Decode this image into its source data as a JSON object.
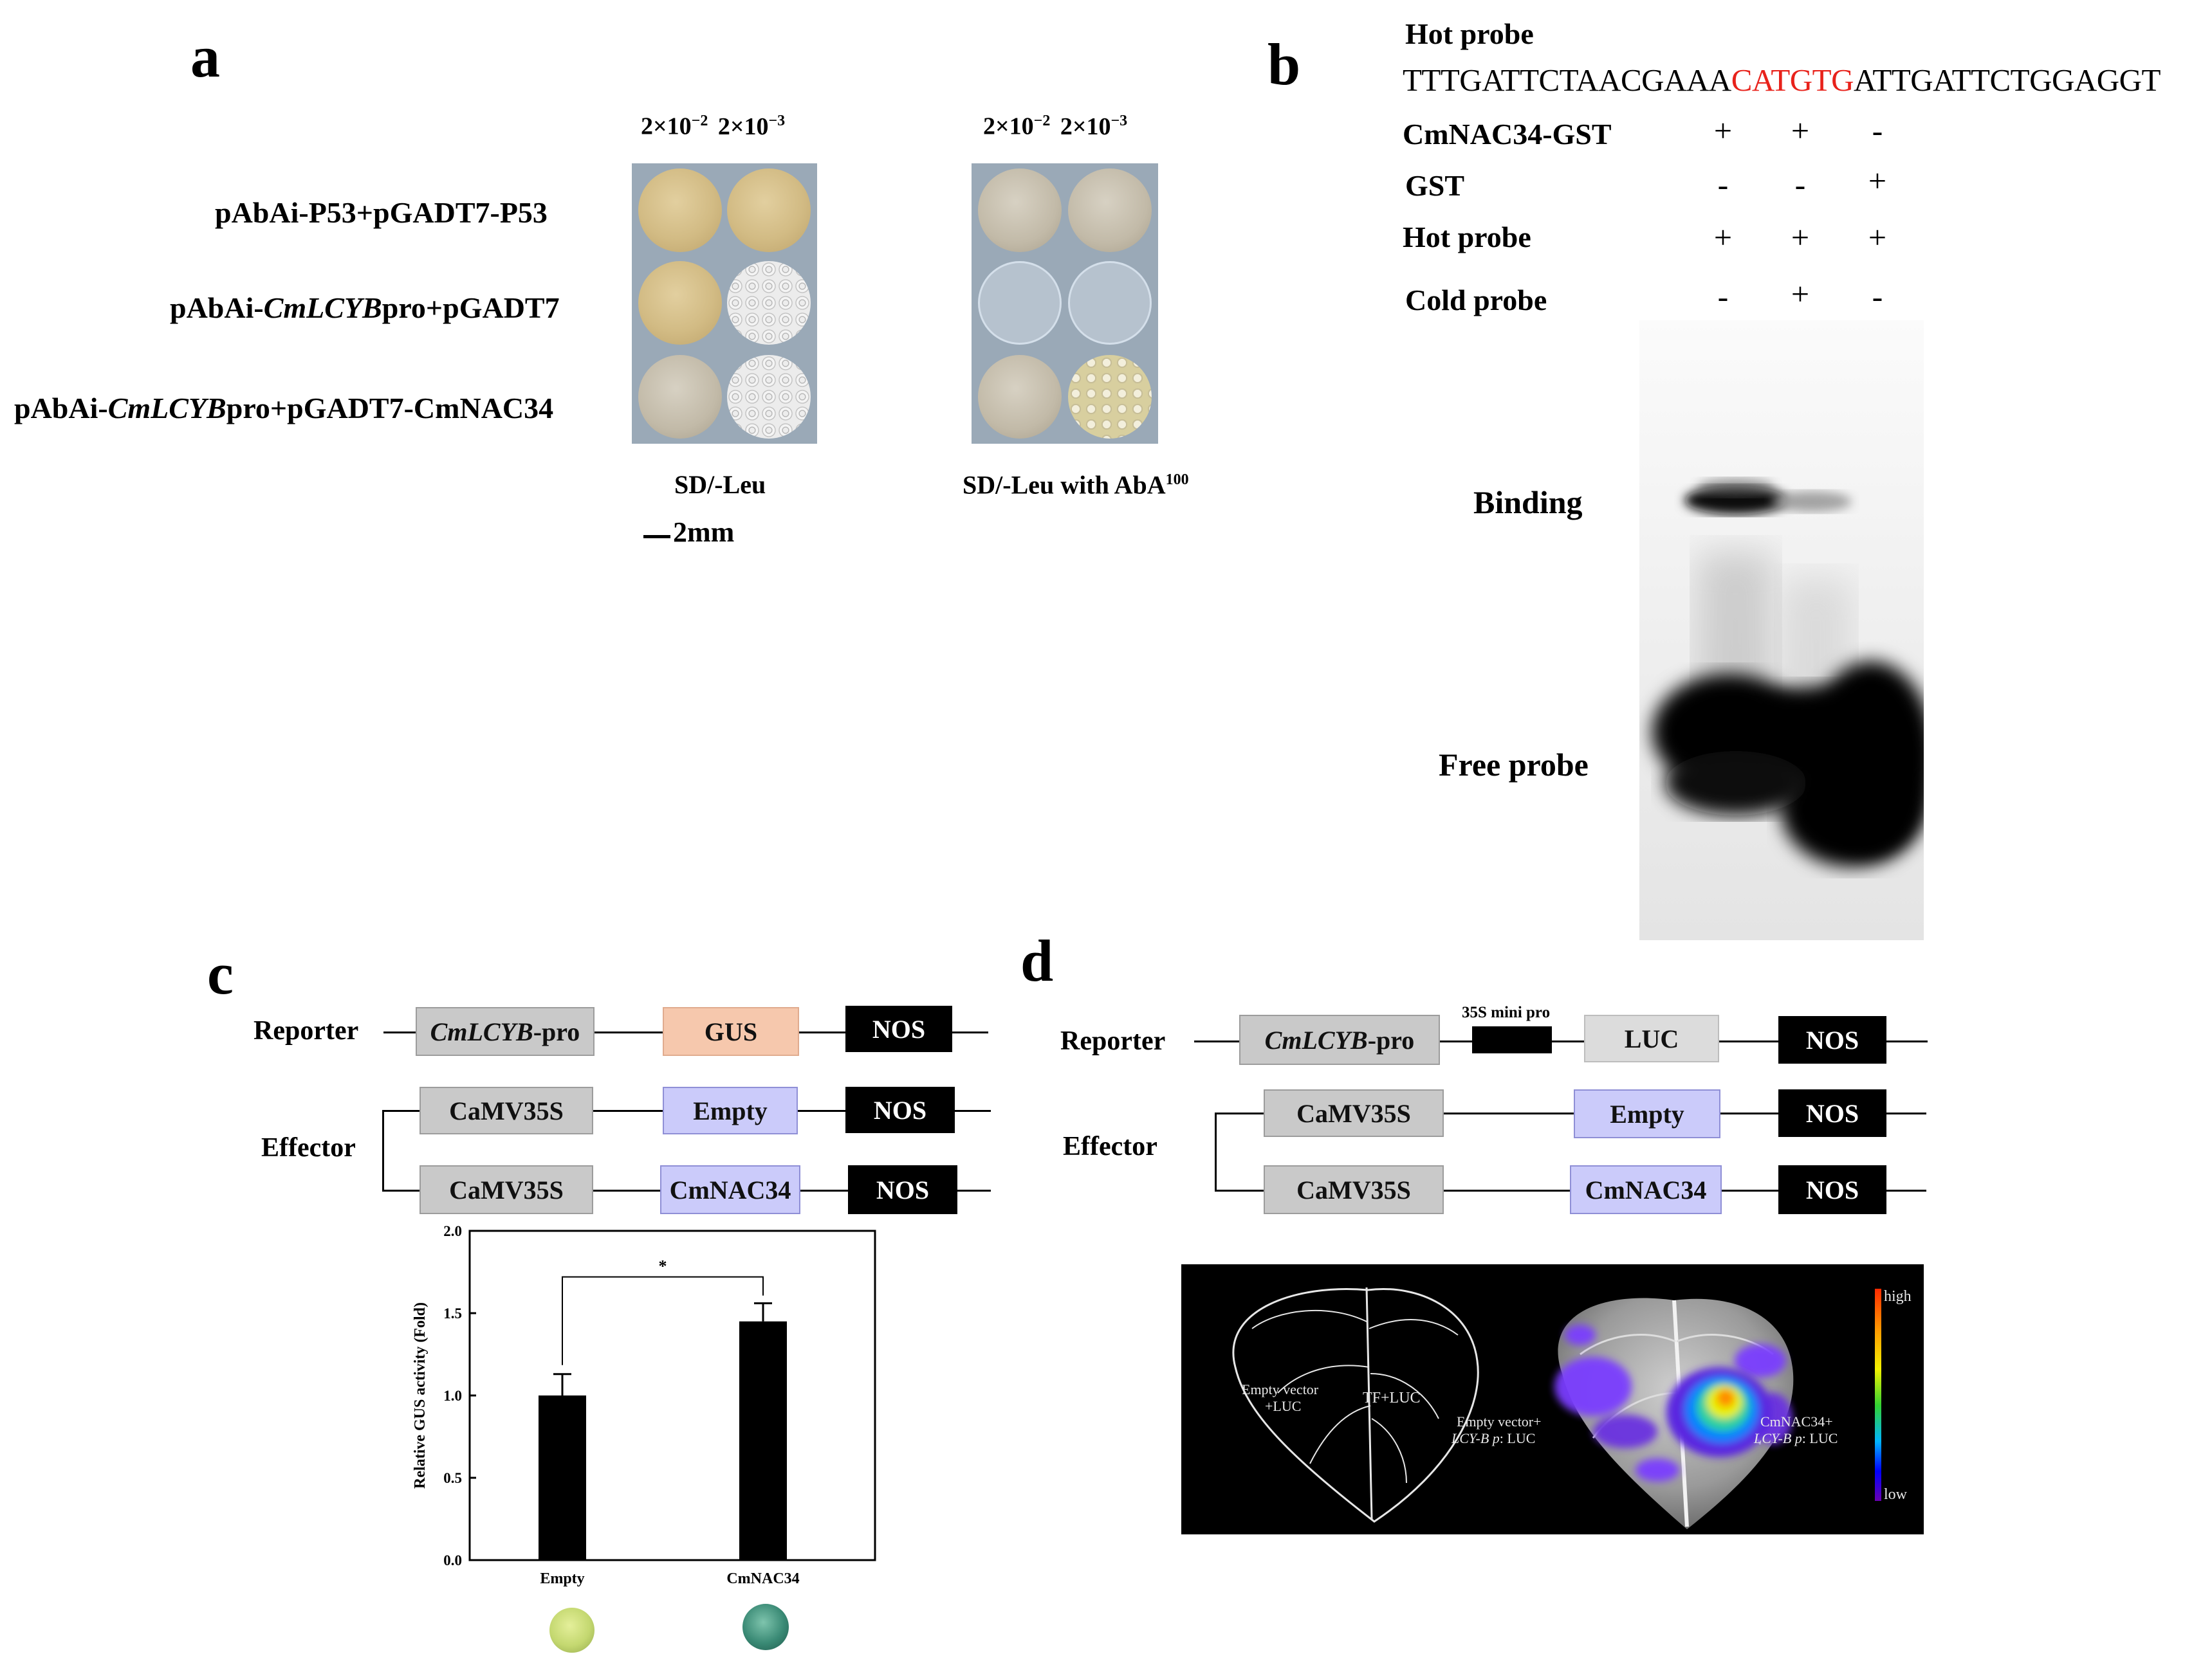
{
  "panel_a": {
    "letter": "a",
    "dilution_1": "2×10",
    "dilution_1_exp": "−2",
    "dilution_2": "2×10",
    "dilution_2_exp": "−3",
    "rows": [
      {
        "pre": "pAbAi-P53+pGADT7-P53",
        "ital": "",
        "post": ""
      },
      {
        "pre": "pAbAi-",
        "ital": "CmLCYB",
        "post": "pro+pGADT7"
      },
      {
        "pre": "pAbAi-",
        "ital": "CmLCYB",
        "post": "pro+pGADT7-CmNAC34"
      }
    ],
    "plate1_label": "SD/-Leu",
    "plate2_label": "SD/-Leu with AbA",
    "plate2_label_sup": "100",
    "scale_label": "2mm"
  },
  "panel_b": {
    "letter": "b",
    "hot_probe_title": "Hot probe",
    "seq_pre": "TTTGATTCTAACGAAA",
    "seq_core": "CATGTG",
    "seq_post": "ATTGATTCTGGAGGT",
    "core_color": "#e8221b",
    "rows": [
      {
        "label": "CmNAC34-GST",
        "signs": [
          "+",
          "+",
          "-"
        ]
      },
      {
        "label": "GST",
        "signs": [
          "-",
          "-",
          "+"
        ]
      },
      {
        "label": "Hot probe",
        "signs": [
          "+",
          "+",
          "+"
        ]
      },
      {
        "label": "Cold probe",
        "signs": [
          "-",
          "+",
          "-"
        ]
      }
    ],
    "binding_label": "Binding",
    "free_label": "Free probe"
  },
  "panel_c": {
    "letter": "c",
    "reporter_label": "Reporter",
    "effector_label": "Effector",
    "promoter_ital": "CmLCYB",
    "promoter_post": "-pro",
    "gus": "GUS",
    "nos": "NOS",
    "camv": "CaMV35S",
    "empty": "Empty",
    "cmnac": "CmNAC34",
    "significance": "*"
  },
  "panel_d": {
    "letter": "d",
    "reporter_label": "Reporter",
    "effector_label": "Effector",
    "promoter_ital": "CmLCYB",
    "promoter_post": "-pro",
    "mini_pro": "35S mini pro",
    "luc": "LUC",
    "nos": "NOS",
    "camv": "CaMV35S",
    "empty": "Empty",
    "cmnac": "CmNAC34",
    "leaf_left_top": "Empty vector",
    "leaf_left_bottom": "+LUC",
    "leaf_right": "TF+LUC",
    "sample_left_1": "Empty vector+",
    "sample_left_2_ital": "LCY-B p",
    "sample_left_2_post": ": LUC",
    "sample_right_1": "CmNAC34+",
    "sample_right_2_ital": "LCY-B p",
    "sample_right_2_post": ": LUC",
    "scale_high": "high",
    "scale_low": "low"
  },
  "chart_data": {
    "type": "bar",
    "categories": [
      "Empty",
      "CmNAC34"
    ],
    "values": [
      1.0,
      1.45
    ],
    "errors": [
      0.13,
      0.11
    ],
    "xlabel": "",
    "ylabel": "Relative GUS activity (Fold)",
    "ylim": [
      0.0,
      2.0
    ],
    "yticks": [
      "0.0",
      "0.5",
      "1.0",
      "1.5",
      "2.0"
    ],
    "bar_color": "#000000",
    "grid": false
  }
}
